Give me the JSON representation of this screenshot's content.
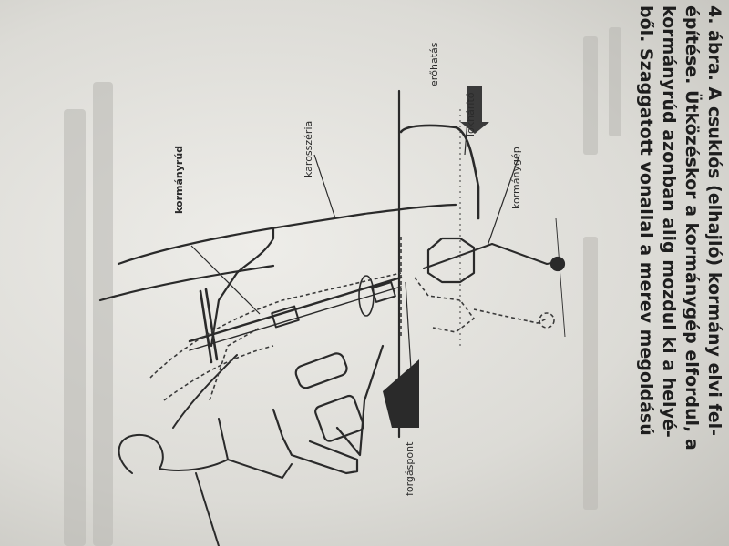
{
  "labels": {
    "erohatas": "erőhatás",
    "lokharito": "lökhárító",
    "karosszeria": "karosszéria",
    "kormanyrud": "kormányrúd",
    "kormanygep": "kormánygép",
    "forgaspont": "forgáspont"
  },
  "caption": {
    "lines": [
      "4. ábra. A csuklós (elhajló) kormány elvi fel-",
      "építése. Ütközéskor a kormánygép elfordul, a",
      "kormányrúd azonban alig mozdul ki a helyé-",
      "ből. Szaggatott vonallal a merev megoldású"
    ]
  },
  "colors": {
    "ink": "#2a2a2a",
    "paper": "#e4e3de"
  }
}
